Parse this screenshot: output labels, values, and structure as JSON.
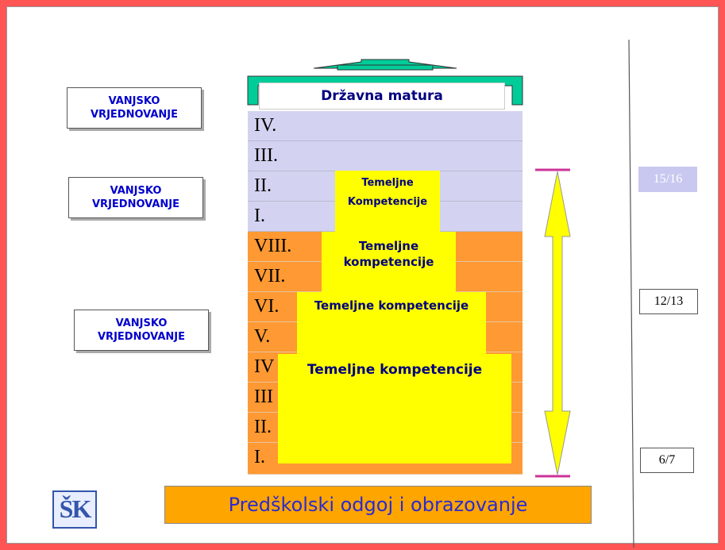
{
  "top_box": {
    "label": "Državna matura"
  },
  "vanjsko": [
    {
      "line1": "VANJSKO",
      "line2": "VRJEDNOVANJE"
    },
    {
      "line1": "VANJSKO",
      "line2": "VRJEDNOVANJE"
    },
    {
      "line1": "VANJSKO",
      "line2": "VRJEDNOVANJE"
    }
  ],
  "upper_rows": [
    "IV.",
    "III.",
    "II.",
    "I."
  ],
  "lower_rows": [
    "VIII.",
    "VII.",
    "VI.",
    "V.",
    "IV",
    "III",
    "II.",
    "I."
  ],
  "competences": {
    "block1_line1": "Temeljne",
    "block1_line2": "Kompetencije",
    "block2_line1": "Temeljne",
    "block2_line2": "kompetencije",
    "block3": "Temeljne kompetencije",
    "block4": "Temeljne kompetencije"
  },
  "side_labels": {
    "top": "15/16",
    "middle": "12/13",
    "bottom": "6/7"
  },
  "footer": {
    "label": "Predškolski odgoj i obrazovanje"
  },
  "logo": {
    "text": "ŠK"
  },
  "colors": {
    "frame": "#ff5555",
    "upper_rows": "#d3d3f1",
    "lower_rows": "#ff9933",
    "competence": "#ffff00",
    "arrow": "#ffff00",
    "top_arrow": "#00cc99",
    "footer": "#ffa500"
  }
}
